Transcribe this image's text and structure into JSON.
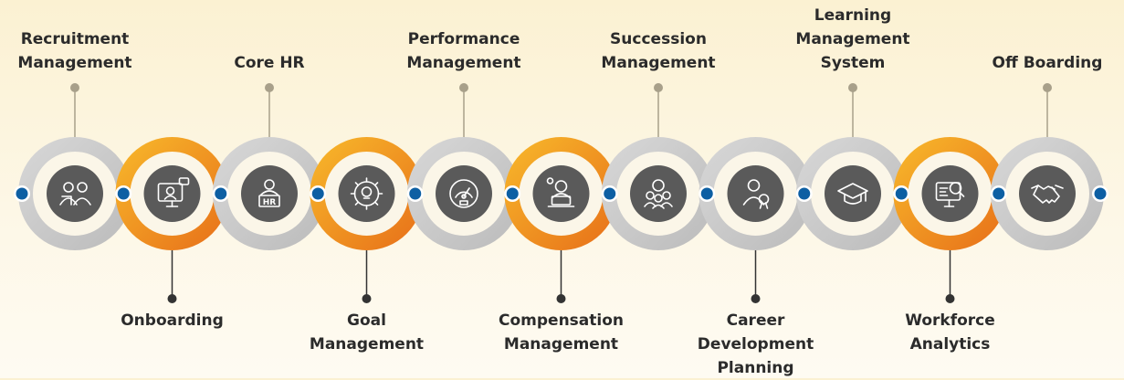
{
  "colors": {
    "gray_ring": "#c9c9c9",
    "orange_ring": "#f39c1d",
    "orange_ring_dark": "#e8731a",
    "icon_disc": "#5a5a5a",
    "node_blue": "#0d5fa3",
    "top_connector": "#a8a08a",
    "bottom_connector": "#333333",
    "label_text": "#2b2b2b"
  },
  "stages": [
    {
      "label": "Recruitment\nManagement",
      "position": "top",
      "ring": "gray",
      "icon": "people-meeting-icon"
    },
    {
      "label": "Onboarding",
      "position": "bottom",
      "ring": "orange",
      "icon": "video-onboarding-icon"
    },
    {
      "label": "Core HR",
      "position": "top",
      "ring": "gray",
      "icon": "hr-person-icon"
    },
    {
      "label": "Goal\nManagement",
      "position": "bottom",
      "ring": "orange",
      "icon": "gear-bulb-icon"
    },
    {
      "label": "Performance\nManagement",
      "position": "top",
      "ring": "gray",
      "icon": "speedometer-icon"
    },
    {
      "label": "Compensation\nManagement",
      "position": "bottom",
      "ring": "orange",
      "icon": "person-laptop-icon"
    },
    {
      "label": "Succession\nManagement",
      "position": "top",
      "ring": "gray",
      "icon": "team-gear-icon"
    },
    {
      "label": "Career\nDevelopment\nPlanning",
      "position": "bottom",
      "ring": "gray",
      "icon": "person-award-icon"
    },
    {
      "label": "Learning\nManagement\nSystem",
      "position": "top",
      "ring": "gray",
      "icon": "graduation-cap-icon"
    },
    {
      "label": "Workforce\nAnalytics",
      "position": "bottom",
      "ring": "orange",
      "icon": "monitor-search-icon"
    },
    {
      "label": "Off Boarding",
      "position": "top",
      "ring": "gray",
      "icon": "handshake-icon"
    }
  ]
}
